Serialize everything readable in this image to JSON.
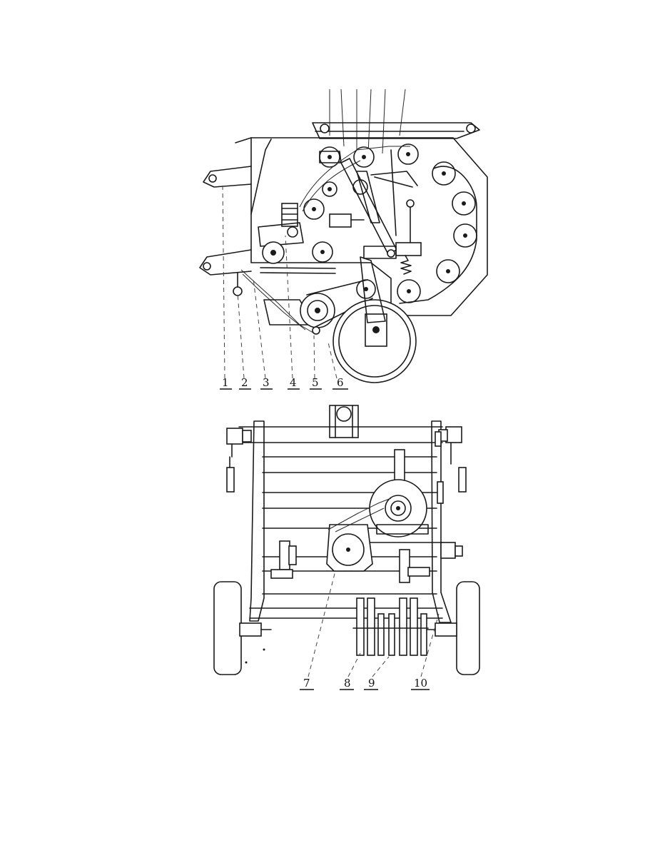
{
  "top_view": {
    "labels": [
      "1",
      "2",
      "3",
      "4",
      "5",
      "6"
    ]
  },
  "bottom_view": {
    "labels": [
      "7",
      "8",
      "9",
      "10"
    ]
  },
  "colors": {
    "ink": "#1a1a1a",
    "paper": "#ffffff"
  }
}
